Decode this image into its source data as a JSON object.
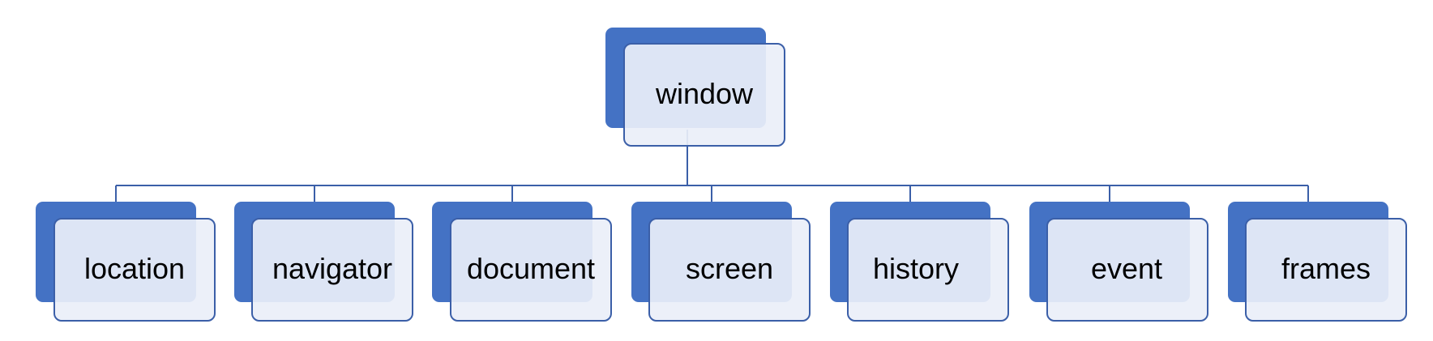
{
  "diagram": {
    "type": "hierarchy",
    "root": {
      "label": "window"
    },
    "children": [
      {
        "label": "location"
      },
      {
        "label": "navigator"
      },
      {
        "label": "document"
      },
      {
        "label": "screen"
      },
      {
        "label": "history"
      },
      {
        "label": "event"
      },
      {
        "label": "frames"
      }
    ],
    "colors": {
      "back_fill": "#4472c4",
      "front_fill": "#eaeff8",
      "stroke": "#3b5fa8",
      "connector": "#3b5fa8",
      "text": "#000000"
    }
  }
}
